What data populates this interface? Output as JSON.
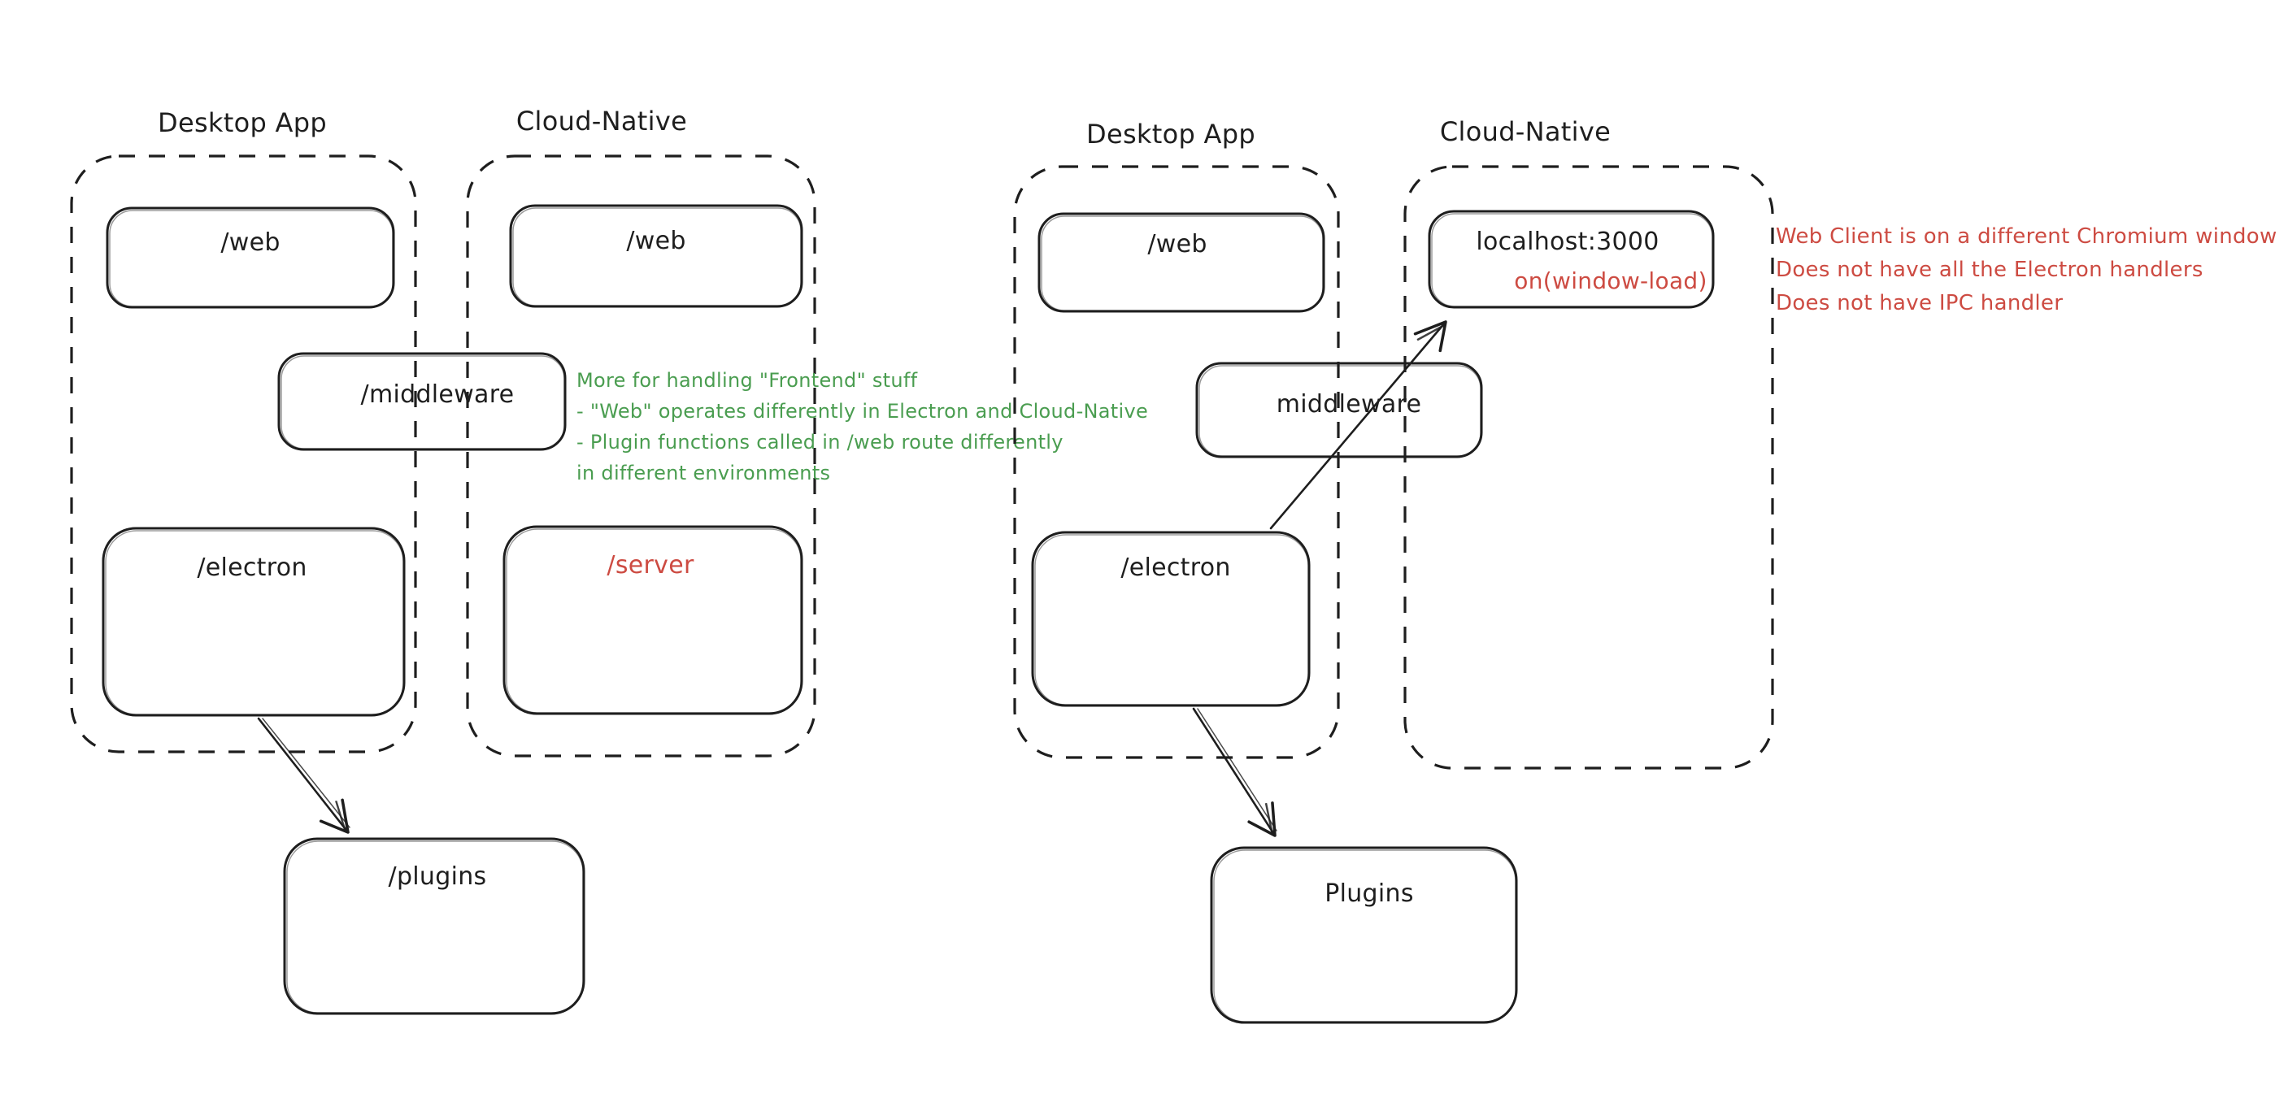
{
  "colors": {
    "background": "#ffffff",
    "ink": "#1e1e1e",
    "red": "#cd4b42",
    "green": "#4a9d50"
  },
  "left": {
    "title_desktop": "Desktop App",
    "title_cloud": "Cloud-Native",
    "box_web_desktop": "/web",
    "box_web_cloud": "/web",
    "box_middleware": "/middleware",
    "box_electron": "/electron",
    "box_server": "/server",
    "box_plugins": "/plugins",
    "note": [
      "More for handling \"Frontend\" stuff",
      "- \"Web\" operates differently in Electron and Cloud-Native",
      "- Plugin functions called in /web route differently",
      "in different environments"
    ]
  },
  "right": {
    "title_desktop": "Desktop App",
    "title_cloud": "Cloud-Native",
    "box_web": "/web",
    "box_localhost": "localhost:3000",
    "box_window_load": "on(window-load)",
    "box_middleware": "middleware",
    "box_electron": "/electron",
    "box_plugins": "Plugins",
    "note": [
      "Web Client is on a different Chromium window",
      "Does not have all the Electron handlers",
      "Does not have IPC handler"
    ]
  }
}
